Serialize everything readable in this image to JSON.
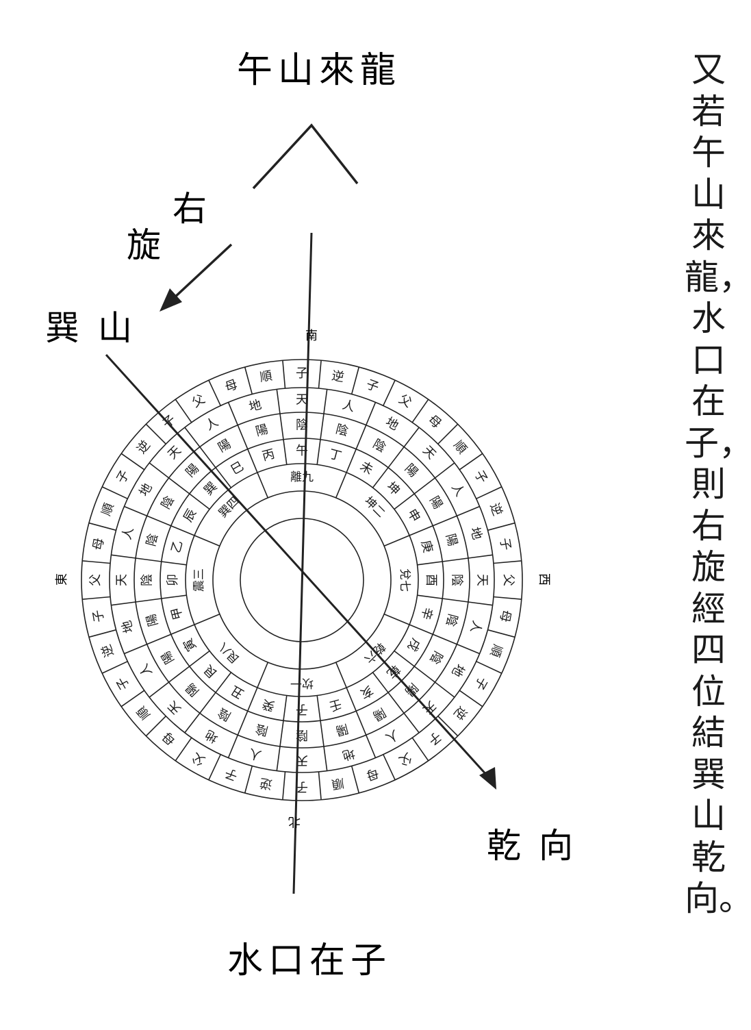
{
  "labels": {
    "top": "午山來龍",
    "right_turn_1": "右",
    "right_turn_2": "旋",
    "xun_1": "巽",
    "xun_2": "山",
    "qian_1": "乾",
    "qian_2": "向",
    "bottom": "水口在子",
    "dir_north": "北",
    "dir_south": "南",
    "dir_east": "東",
    "dir_west": "西"
  },
  "vertical_text": "又若午山來龍，水口在子，則右旋經四位結巽山乾向。",
  "compass": {
    "ring_outer": [
      "子",
      "逆",
      "子",
      "父",
      "母",
      "順",
      "子",
      "逆",
      "子",
      "父",
      "母",
      "順",
      "子",
      "逆",
      "子",
      "父",
      "母",
      "順",
      "子",
      "逆",
      "子",
      "父",
      "母",
      "順",
      "子",
      "逆",
      "子",
      "父",
      "母",
      "順",
      "子",
      "逆",
      "子",
      "父",
      "母",
      "順"
    ],
    "ring_tian_di_ren": [
      "天",
      "人",
      "地",
      "天",
      "人",
      "地",
      "天",
      "人",
      "地",
      "天",
      "人",
      "地",
      "天",
      "人",
      "地",
      "天",
      "人",
      "地",
      "天",
      "人",
      "地",
      "天",
      "人",
      "地"
    ],
    "ring_yin_yang": [
      "陰",
      "陰",
      "陰",
      "陽",
      "陽",
      "陽",
      "陰",
      "陰",
      "陰",
      "陽",
      "陽",
      "陽",
      "陰",
      "陰",
      "陰",
      "陽",
      "陽",
      "陽",
      "陰",
      "陰",
      "陰",
      "陽",
      "陽",
      "陽"
    ],
    "ring_mountains": [
      "午",
      "丁",
      "未",
      "坤",
      "申",
      "庚",
      "酉",
      "辛",
      "戌",
      "乾",
      "亥",
      "壬",
      "子",
      "癸",
      "丑",
      "艮",
      "寅",
      "甲",
      "卯",
      "乙",
      "辰",
      "巽",
      "巳",
      "丙"
    ],
    "ring_trigrams": [
      "離九",
      "坤二",
      "兌七",
      "乾六",
      "坎一",
      "艮八",
      "震三",
      "巽四"
    ]
  }
}
